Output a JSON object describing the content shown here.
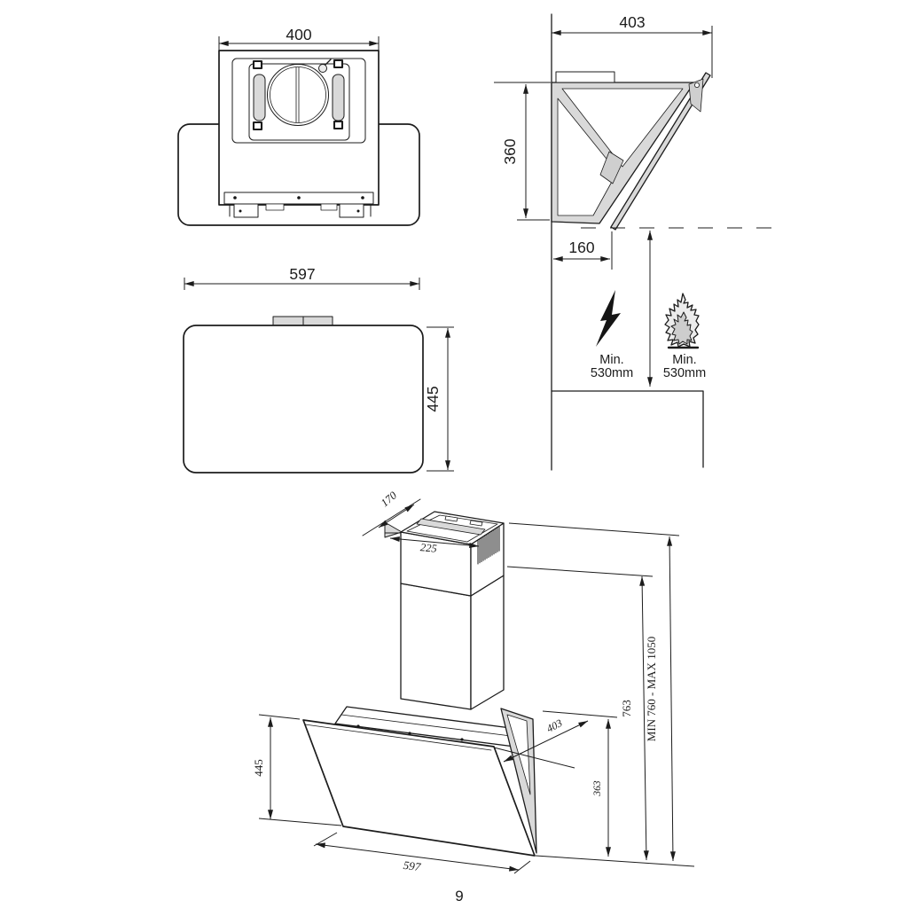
{
  "page": {
    "number": "9"
  },
  "colors": {
    "line": "#1c1c1c",
    "panel_gray": "#d9d9d9",
    "background": "#ffffff"
  },
  "top_view": {
    "width_label": "400"
  },
  "side_view": {
    "top_width_label": "403",
    "height_label": "360",
    "bottom_depth_label": "160"
  },
  "front_view": {
    "width_label": "597",
    "height_label": "445"
  },
  "clearance": {
    "electric_icon": "lightning-bolt",
    "electric_label_1": "Min.",
    "electric_label_2": "530mm",
    "gas_icon": "flame",
    "gas_label_1": "Min.",
    "gas_label_2": "530mm"
  },
  "perspective_view": {
    "wall_offset_label": "170",
    "chimney_depth_label": "225",
    "top_width_label": "403",
    "chimney_height_label": "763",
    "mounting_range_label": "MIN 760 - MAX 1050",
    "body_height_label": "363",
    "glass_height_label": "445",
    "glass_width_label": "597"
  }
}
